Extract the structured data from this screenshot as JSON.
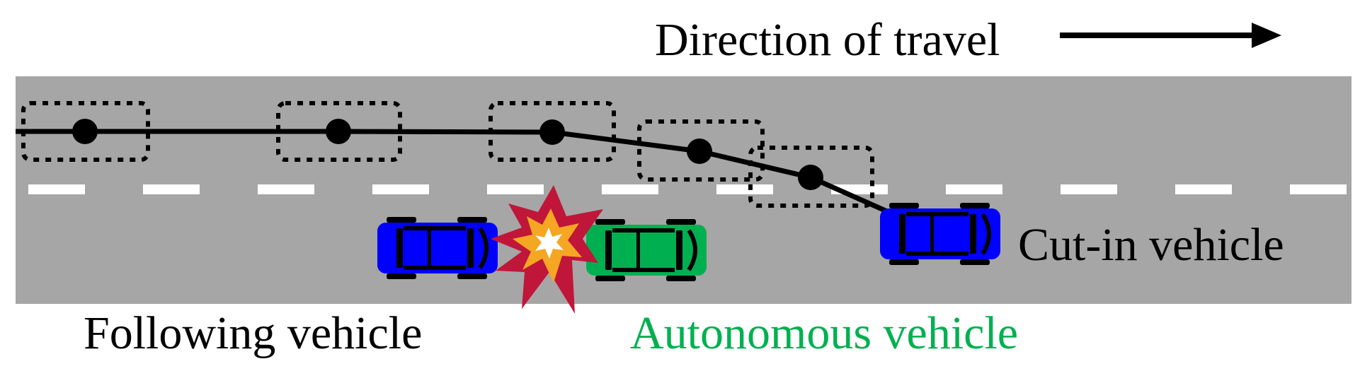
{
  "labels": {
    "direction": "Direction of travel",
    "cut_in": "Cut-in vehicle",
    "following": "Following vehicle",
    "autonomous": "Autonomous vehicle"
  },
  "colors": {
    "road": "#a6a6a6",
    "lane_marking": "#ffffff",
    "following_vehicle": "#0000ff",
    "cut_in_vehicle": "#0000ff",
    "autonomous_vehicle": "#00b050",
    "autonomous_text": "#00b050",
    "collision_outer": "#c0163a",
    "collision_inner": "#f5a623",
    "collision_core": "#ffffff",
    "text": "#000000"
  },
  "icons": {
    "direction": "arrow-right-icon",
    "collision": "explosion-icon",
    "vehicle": "car-top-view-icon"
  }
}
